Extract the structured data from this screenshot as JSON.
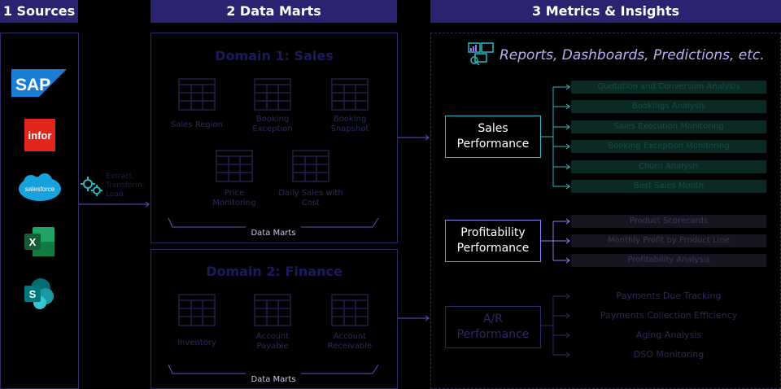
{
  "headers": {
    "sources": "1 Sources",
    "data_marts": "2 Data Marts",
    "metrics": "3 Metrics & Insights"
  },
  "sources": [
    "SAP",
    "infor",
    "salesforce",
    "X",
    "S"
  ],
  "process_label": "Extract,\nTransform,\nLoad",
  "domain1": {
    "title": "Domain 1: Sales",
    "tables": [
      "Sales Region",
      "Booking\nException",
      "Booking\nSnapshot",
      "Price\nMonitoring",
      "Daily Sales with\nCost"
    ],
    "mart_label": "Data Marts"
  },
  "domain2": {
    "title": "Domain 2: Finance",
    "tables": [
      "Inventory",
      "Account\nPayable",
      "Account\nReceivable"
    ],
    "mart_label": "Data Marts"
  },
  "insights_title": "Reports, Dashboards, Predictions, etc.",
  "performance": {
    "sales": {
      "label": "Sales\nPerformance",
      "metrics": [
        "Quotation and Conversion Analysis",
        "Bookings Analysis",
        "Sales Execution Monitoring",
        "Booking Exception Monitoring",
        "Churn Analysis",
        "Best Sales Month"
      ]
    },
    "profitability": {
      "label": "Profitability\nPerformance",
      "metrics": [
        "Product Scorecards",
        "Monthly Profit by Product Line",
        "Profitability Analysis"
      ]
    },
    "ar": {
      "label": "A/R\nPerformance",
      "metrics": [
        "Payments Due Tracking",
        "Payments Collection Efficiency",
        "Aging Analysis",
        "DSO Monitoring"
      ]
    }
  },
  "colors": {
    "header_bg": "#2a2470",
    "sales_accent": "#2bb7c3",
    "sales_metric_bg": "#0b2a24",
    "profit_accent": "#8f7cf0",
    "profit_metric_bg": "#161622",
    "ar_accent": "#2a2a6a"
  }
}
